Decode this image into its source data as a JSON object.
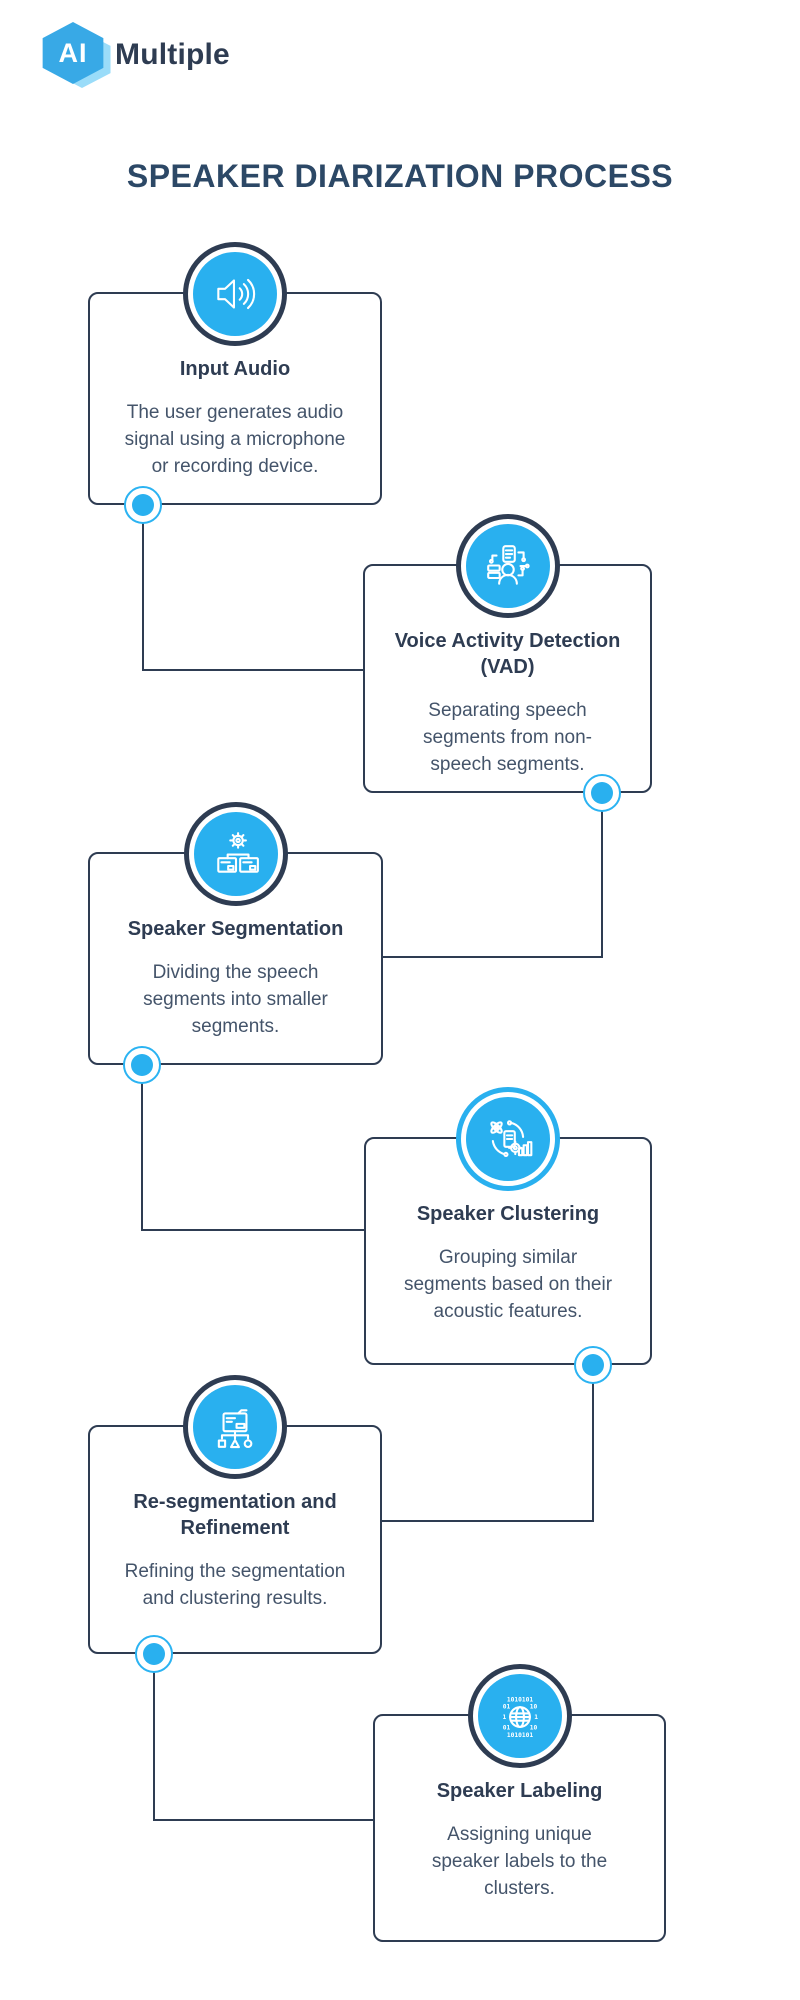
{
  "brand": {
    "logo_text": "AI",
    "name": "Multiple"
  },
  "title": "SPEAKER DIARIZATION PROCESS",
  "colors": {
    "navy": "#2e3c52",
    "blue": "#29b0ef",
    "light_blue": "#9adcf9",
    "body_text": "#44546a"
  },
  "steps": [
    {
      "heading": "Input Audio",
      "heading_lines": [
        "Input Audio"
      ],
      "description": "The user generates audio signal using a microphone or recording device.",
      "description_lines": [
        "The user generates audio",
        "signal using a microphone",
        "or recording device."
      ],
      "icon": "speaker-audio-icon"
    },
    {
      "heading": "Voice Activity Detection (VAD)",
      "heading_lines": [
        "Voice Activity Detection",
        "(VAD)"
      ],
      "description": "Separating speech segments from non-speech segments.",
      "description_lines": [
        "Separating speech",
        "segments from non-",
        "speech segments."
      ],
      "icon": "voice-activity-detection-icon"
    },
    {
      "heading": "Speaker Segmentation",
      "heading_lines": [
        "Speaker Segmentation"
      ],
      "description": "Dividing the speech segments into smaller segments.",
      "description_lines": [
        "Dividing the speech",
        "segments into smaller",
        "segments."
      ],
      "icon": "speaker-segmentation-icon"
    },
    {
      "heading": "Speaker Clustering",
      "heading_lines": [
        "Speaker Clustering"
      ],
      "description": "Grouping similar segments based on their acoustic features.",
      "description_lines": [
        "Grouping similar",
        "segments based on their",
        "acoustic features."
      ],
      "icon": "speaker-clustering-icon"
    },
    {
      "heading": "Re-segmentation and Refinement",
      "heading_lines": [
        "Re-segmentation and",
        "Refinement"
      ],
      "description": "Refining the segmentation and clustering results.",
      "description_lines": [
        "Refining the segmentation",
        "and clustering results."
      ],
      "icon": "re-segmentation-refinement-icon"
    },
    {
      "heading": "Speaker Labeling",
      "heading_lines": [
        "Speaker Labeling"
      ],
      "description": "Assigning unique speaker labels to the clusters.",
      "description_lines": [
        "Assigning unique",
        "speaker labels to the",
        "clusters."
      ],
      "icon": "speaker-labeling-icon"
    }
  ]
}
